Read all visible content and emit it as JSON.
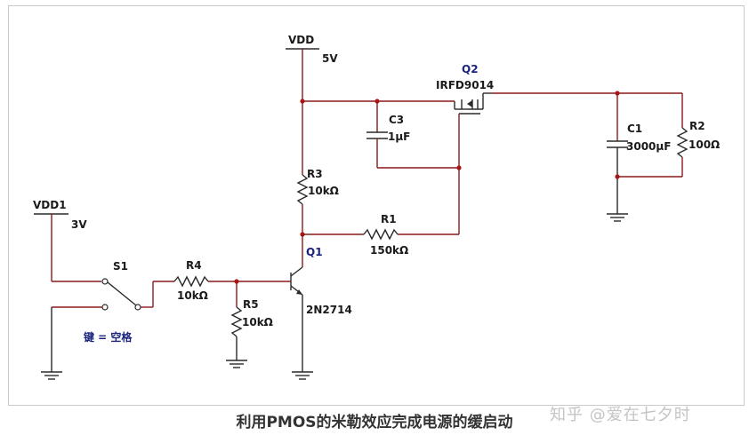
{
  "schematic": {
    "vdd": {
      "name": "VDD",
      "value": "5V"
    },
    "vdd1": {
      "name": "VDD1",
      "value": "3V"
    },
    "q2": {
      "name": "Q2",
      "part": "IRFD9014"
    },
    "c3": {
      "name": "C3",
      "value": "1µF"
    },
    "c1": {
      "name": "C1",
      "value": "3000µF"
    },
    "r2": {
      "name": "R2",
      "value": "100Ω"
    },
    "r3": {
      "name": "R3",
      "value": "10kΩ"
    },
    "r1": {
      "name": "R1",
      "value": "150kΩ"
    },
    "q1": {
      "name": "Q1",
      "part": "2N2714"
    },
    "s1": {
      "name": "S1",
      "key_label": "键 = 空格"
    },
    "r4": {
      "name": "R4",
      "value": "10kΩ"
    },
    "r5": {
      "name": "R5",
      "value": "10kΩ"
    },
    "colors": {
      "wire": "#8c1a1a",
      "junction": "#b01515",
      "ground": "#2a2a2a"
    }
  },
  "caption": "利用PMOS的米勒效应完成电源的缓启动",
  "watermark": "知乎 @爱在七夕时"
}
